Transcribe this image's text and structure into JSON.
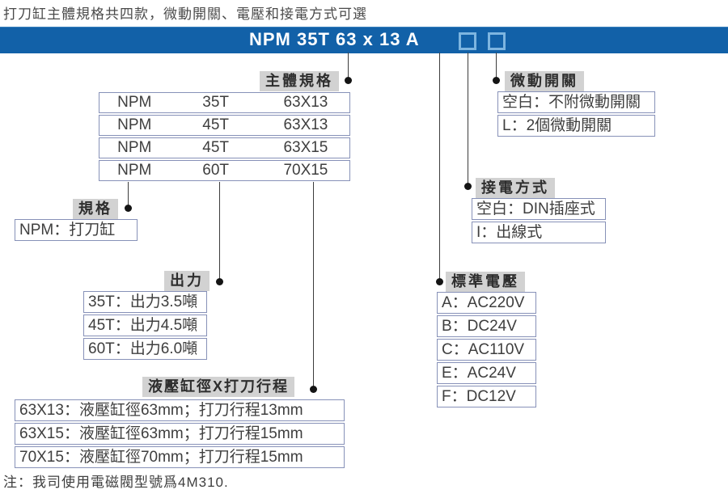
{
  "intro": "打刀缸主體規格共四款，微動開關、電壓和接電方式可選",
  "model_bar": {
    "code": "NPM 35T 63 x 13 A",
    "option_box_count": 2
  },
  "sections": {
    "main_spec": {
      "label": "主體規格",
      "rows": [
        [
          "NPM",
          "35T",
          "63X13"
        ],
        [
          "NPM",
          "45T",
          "63X13"
        ],
        [
          "NPM",
          "45T",
          "63X15"
        ],
        [
          "NPM",
          "60T",
          "70X15"
        ]
      ]
    },
    "spec": {
      "label": "規格",
      "rows": [
        "NPM：打刀缸"
      ]
    },
    "output": {
      "label": "出力",
      "rows": [
        "35T：出力3.5噸",
        "45T：出力4.5噸",
        "60T：出力6.0噸"
      ]
    },
    "bore_stroke": {
      "label": "液壓缸徑X打刀行程",
      "rows": [
        "63X13：液壓缸徑63mm；打刀行程13mm",
        "63X15：液壓缸徑63mm；打刀行程15mm",
        "70X15：液壓缸徑70mm；打刀行程15mm"
      ]
    },
    "micro_switch": {
      "label": "微動開關",
      "rows": [
        "空白：不附微動開關",
        "L：2個微動開關"
      ]
    },
    "power_connection": {
      "label": "接電方式",
      "rows": [
        "空白：DIN插座式",
        "I：出線式"
      ]
    },
    "voltage": {
      "label": "標準電壓",
      "rows": [
        "A：AC220V",
        "B：DC24V",
        "C：AC110V",
        "E：AC24V",
        "F：DC12V"
      ]
    }
  },
  "note": "注：我司使用電磁閥型號爲4M310.",
  "colors": {
    "bar_blue": "#1261a8",
    "option_square_outline": "#7db5e0",
    "box_border": "#8791b8",
    "label_bg": "#d2d2d2",
    "connector_line": "#3c3c3c"
  }
}
